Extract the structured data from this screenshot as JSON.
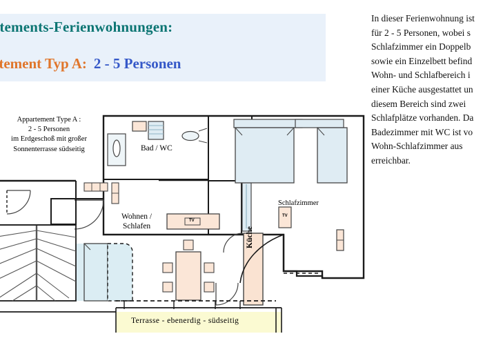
{
  "header": {
    "band_color": "#e9f1fa",
    "title_main": "Appartements-Ferienwohnungen:",
    "title_main_color": "#0c7573",
    "sub_prefix": "Appartement Typ A:",
    "sub_prefix_color": "#e0762b",
    "sub_value": "2 - 5 Personen",
    "sub_value_color": "#3558c8"
  },
  "description": {
    "lines": [
      "In dieser Ferienwohnung ist",
      "für 2 - 5 Personen, wobei s",
      "Schlafzimmer ein Doppelb",
      "sowie ein Einzelbett befind",
      "Wohn- und Schlafbereich i",
      "einer Küche ausgestattet un",
      "diesem Bereich sind zwei",
      "Schlafplätze vorhanden. Da",
      "Badezimmer mit WC ist vo",
      "Wohn-Schlafzimmer aus",
      "erreichbar."
    ]
  },
  "plan_caption": {
    "lines": [
      "Appartement Type  A :",
      "2 - 5 Personen",
      "im Erdgeschoß mit großer",
      "Sonnenterrasse südseitig"
    ]
  },
  "rooms": {
    "bathroom": "Bad / WC",
    "living_line1": "Wohnen /",
    "living_line2": "Schlafen",
    "bedroom": "Schlafzimmer",
    "kitchen": "Küche",
    "terrace": "Terrasse  - ebenerdig  -  südseitig"
  },
  "furniture": {
    "tv_label": "TV",
    "tv_label_2": "TV"
  },
  "colors": {
    "bed_fill": "#dfecf3",
    "kitchen_fill": "#fae3d2",
    "table_fill": "#fbe6d7",
    "terrace_fill": "#fbfad2",
    "wall_stroke": "#1a1a1a",
    "thin_stroke": "#555555"
  }
}
